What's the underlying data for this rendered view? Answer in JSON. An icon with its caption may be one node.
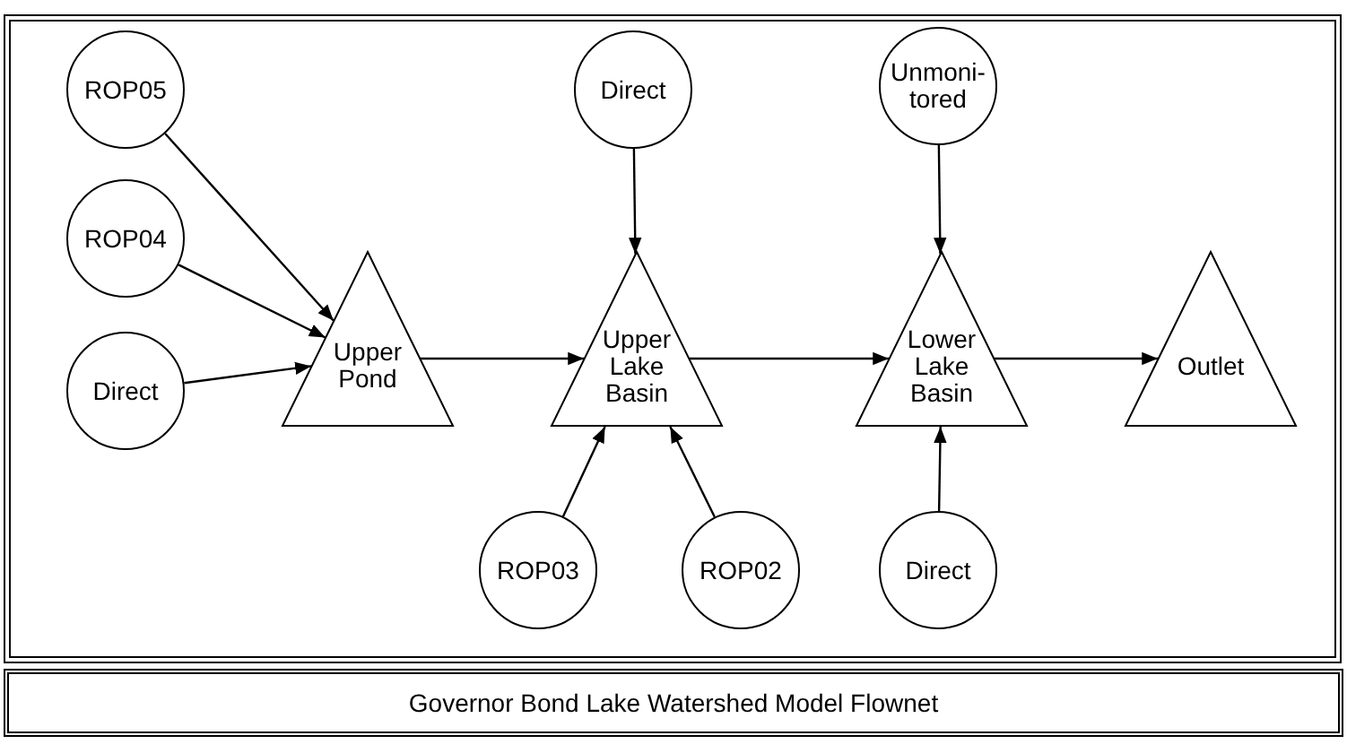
{
  "diagram": {
    "caption": "Governor Bond Lake Watershed Model Flownet",
    "nodes": [
      {
        "text": [
          "ROP05"
        ]
      },
      {
        "text": [
          "Direct"
        ]
      },
      {
        "text": [
          "Unmoni-tored"
        ]
      },
      {
        "text": [
          "ROP04"
        ]
      },
      {
        "text": [
          "Upper Pond"
        ]
      },
      {
        "text": [
          "Upper Lake Basin"
        ]
      },
      {
        "text": [
          "Lower Lake Basin"
        ]
      },
      {
        "text": [
          "Outlet"
        ]
      },
      {
        "text": [
          "Direct"
        ]
      },
      {
        "text": [
          "ROP03"
        ]
      },
      {
        "text": [
          "ROP02"
        ]
      },
      {
        "text": [
          "Direct"
        ]
      }
    ],
    "edges": [
      {
        "from": 0,
        "to": 4,
        "arrow": "to"
      },
      {
        "from": 3,
        "to": 4,
        "arrow": "to"
      },
      {
        "from": 8,
        "to": 4,
        "arrow": "to"
      },
      {
        "from": 4,
        "to": 5,
        "arrow": "to"
      },
      {
        "from": 1,
        "to": 5,
        "arrow": "to"
      },
      {
        "from": 9,
        "to": 5,
        "arrow": "to"
      },
      {
        "from": 10,
        "to": 5,
        "arrow": "to"
      },
      {
        "from": 5,
        "to": 6,
        "arrow": "to"
      },
      {
        "from": 2,
        "to": 6,
        "arrow": "to"
      },
      {
        "from": 11,
        "to": 6,
        "arrow": "to"
      },
      {
        "from": 6,
        "to": 7,
        "arrow": "to"
      }
    ]
  }
}
